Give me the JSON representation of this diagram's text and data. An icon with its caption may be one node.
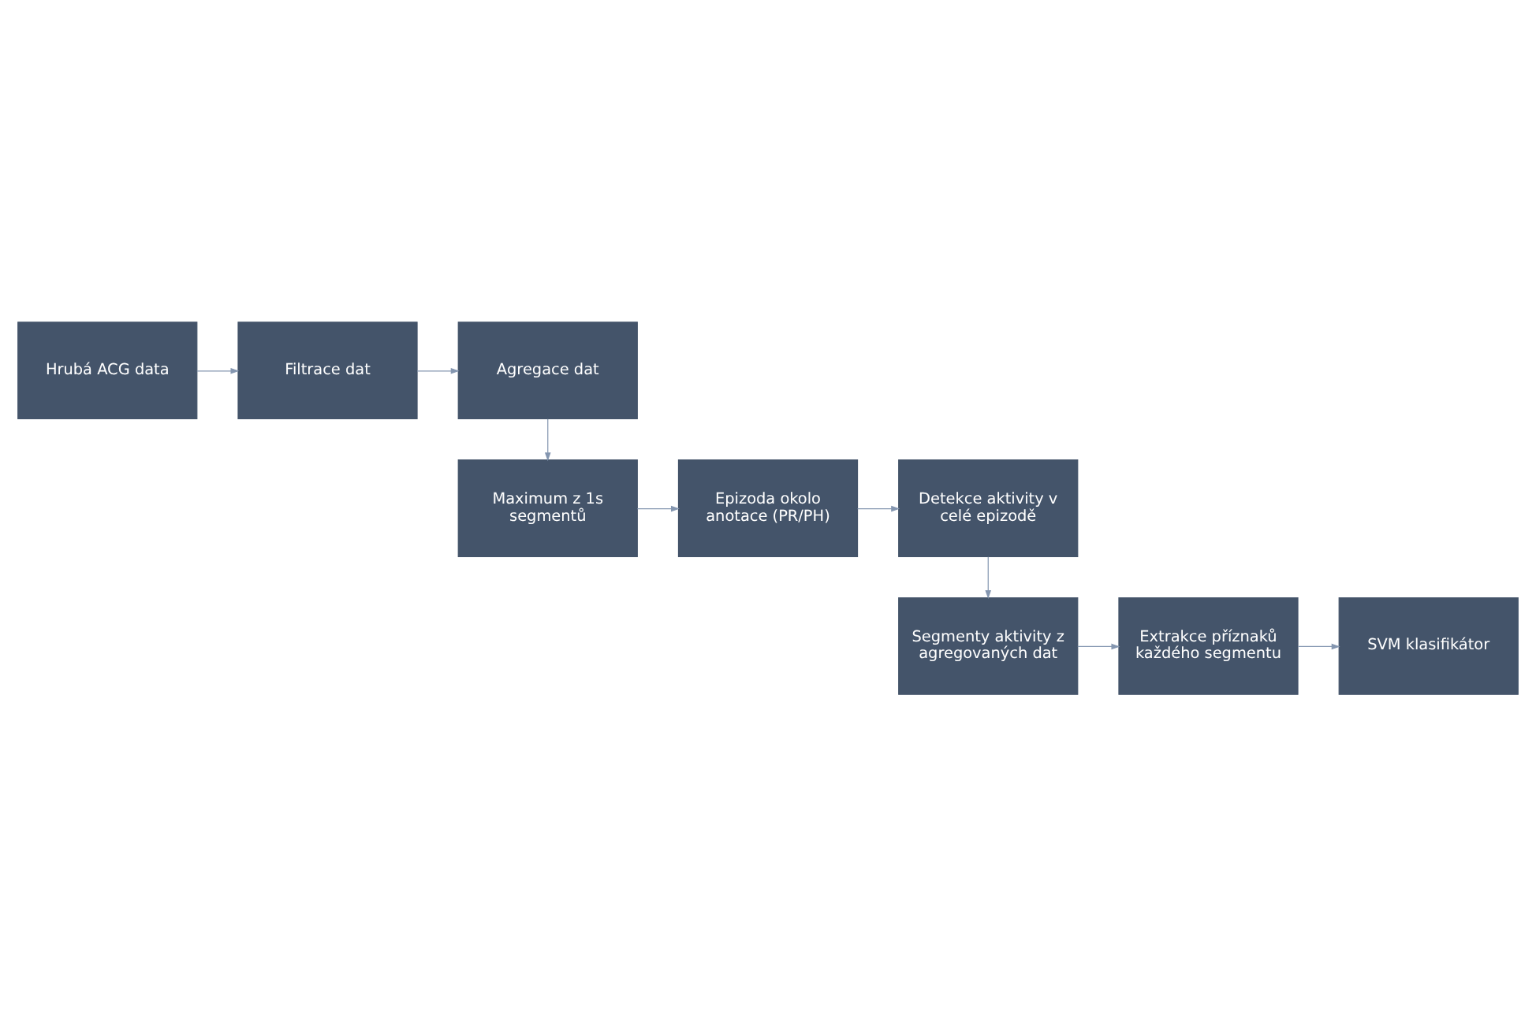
{
  "diagram": {
    "nodes": [
      {
        "text": [
          "Hrubá ACG data"
        ]
      },
      {
        "text": [
          "Filtrace dat"
        ]
      },
      {
        "text": [
          "Agregace dat"
        ]
      },
      {
        "text": [
          "Maximum z 1s segmentů"
        ]
      },
      {
        "text": [
          "Epizoda okolo anotace (PR/PH)"
        ]
      },
      {
        "text": [
          "Detekce aktivity v celé epizodě"
        ]
      },
      {
        "text": [
          "Segmenty aktivity z agregovaných dat"
        ]
      },
      {
        "text": [
          "Extrakce příznaků každého segmentu"
        ]
      },
      {
        "text": [
          "SVM klasifikátor"
        ]
      }
    ],
    "edges": [
      {
        "from": 0,
        "to": 1,
        "arrow": "to"
      },
      {
        "from": 1,
        "to": 2,
        "arrow": "to"
      },
      {
        "from": 2,
        "to": 3,
        "arrow": "to"
      },
      {
        "from": 3,
        "to": 4,
        "arrow": "to"
      },
      {
        "from": 4,
        "to": 5,
        "arrow": "to"
      },
      {
        "from": 5,
        "to": 6,
        "arrow": "to"
      },
      {
        "from": 6,
        "to": 7,
        "arrow": "to"
      },
      {
        "from": 7,
        "to": 8,
        "arrow": "to"
      }
    ]
  }
}
